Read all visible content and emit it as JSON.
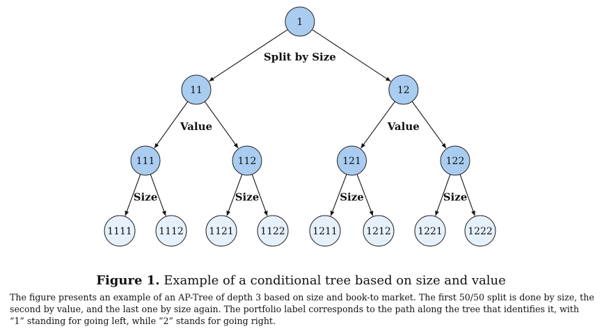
{
  "diagram": {
    "root": {
      "label": "1",
      "edge_label": "Split by Size",
      "children": [
        {
          "label": "11",
          "edge_label": "Value",
          "children": [
            {
              "label": "111",
              "edge_label": "Size",
              "children": [
                {
                  "label": "1111"
                },
                {
                  "label": "1112"
                }
              ]
            },
            {
              "label": "112",
              "edge_label": "Size",
              "children": [
                {
                  "label": "1121"
                },
                {
                  "label": "1122"
                }
              ]
            }
          ]
        },
        {
          "label": "12",
          "edge_label": "Value",
          "children": [
            {
              "label": "121",
              "edge_label": "Size",
              "children": [
                {
                  "label": "1211"
                },
                {
                  "label": "1212"
                }
              ]
            },
            {
              "label": "122",
              "edge_label": "Size",
              "children": [
                {
                  "label": "1221"
                },
                {
                  "label": "1222"
                }
              ]
            }
          ]
        }
      ]
    },
    "colors": {
      "top_node_fill": "#a9ccf0",
      "bottom_node_fill": "#e6f0fb",
      "node_stroke": "#222222",
      "edge_stroke": "#111111"
    }
  },
  "caption": {
    "figure_label": "Figure 1.",
    "title": "Example of a conditional tree based on size and value",
    "text": "The figure presents an example of an AP-Tree of depth 3 based on size and book-to market. The first 50/50 split is done by size, the second by value, and the last one by size again. The portfolio label corresponds to the path along the tree that identifies it, with “1” standing for going left, while “2” stands for going right."
  }
}
